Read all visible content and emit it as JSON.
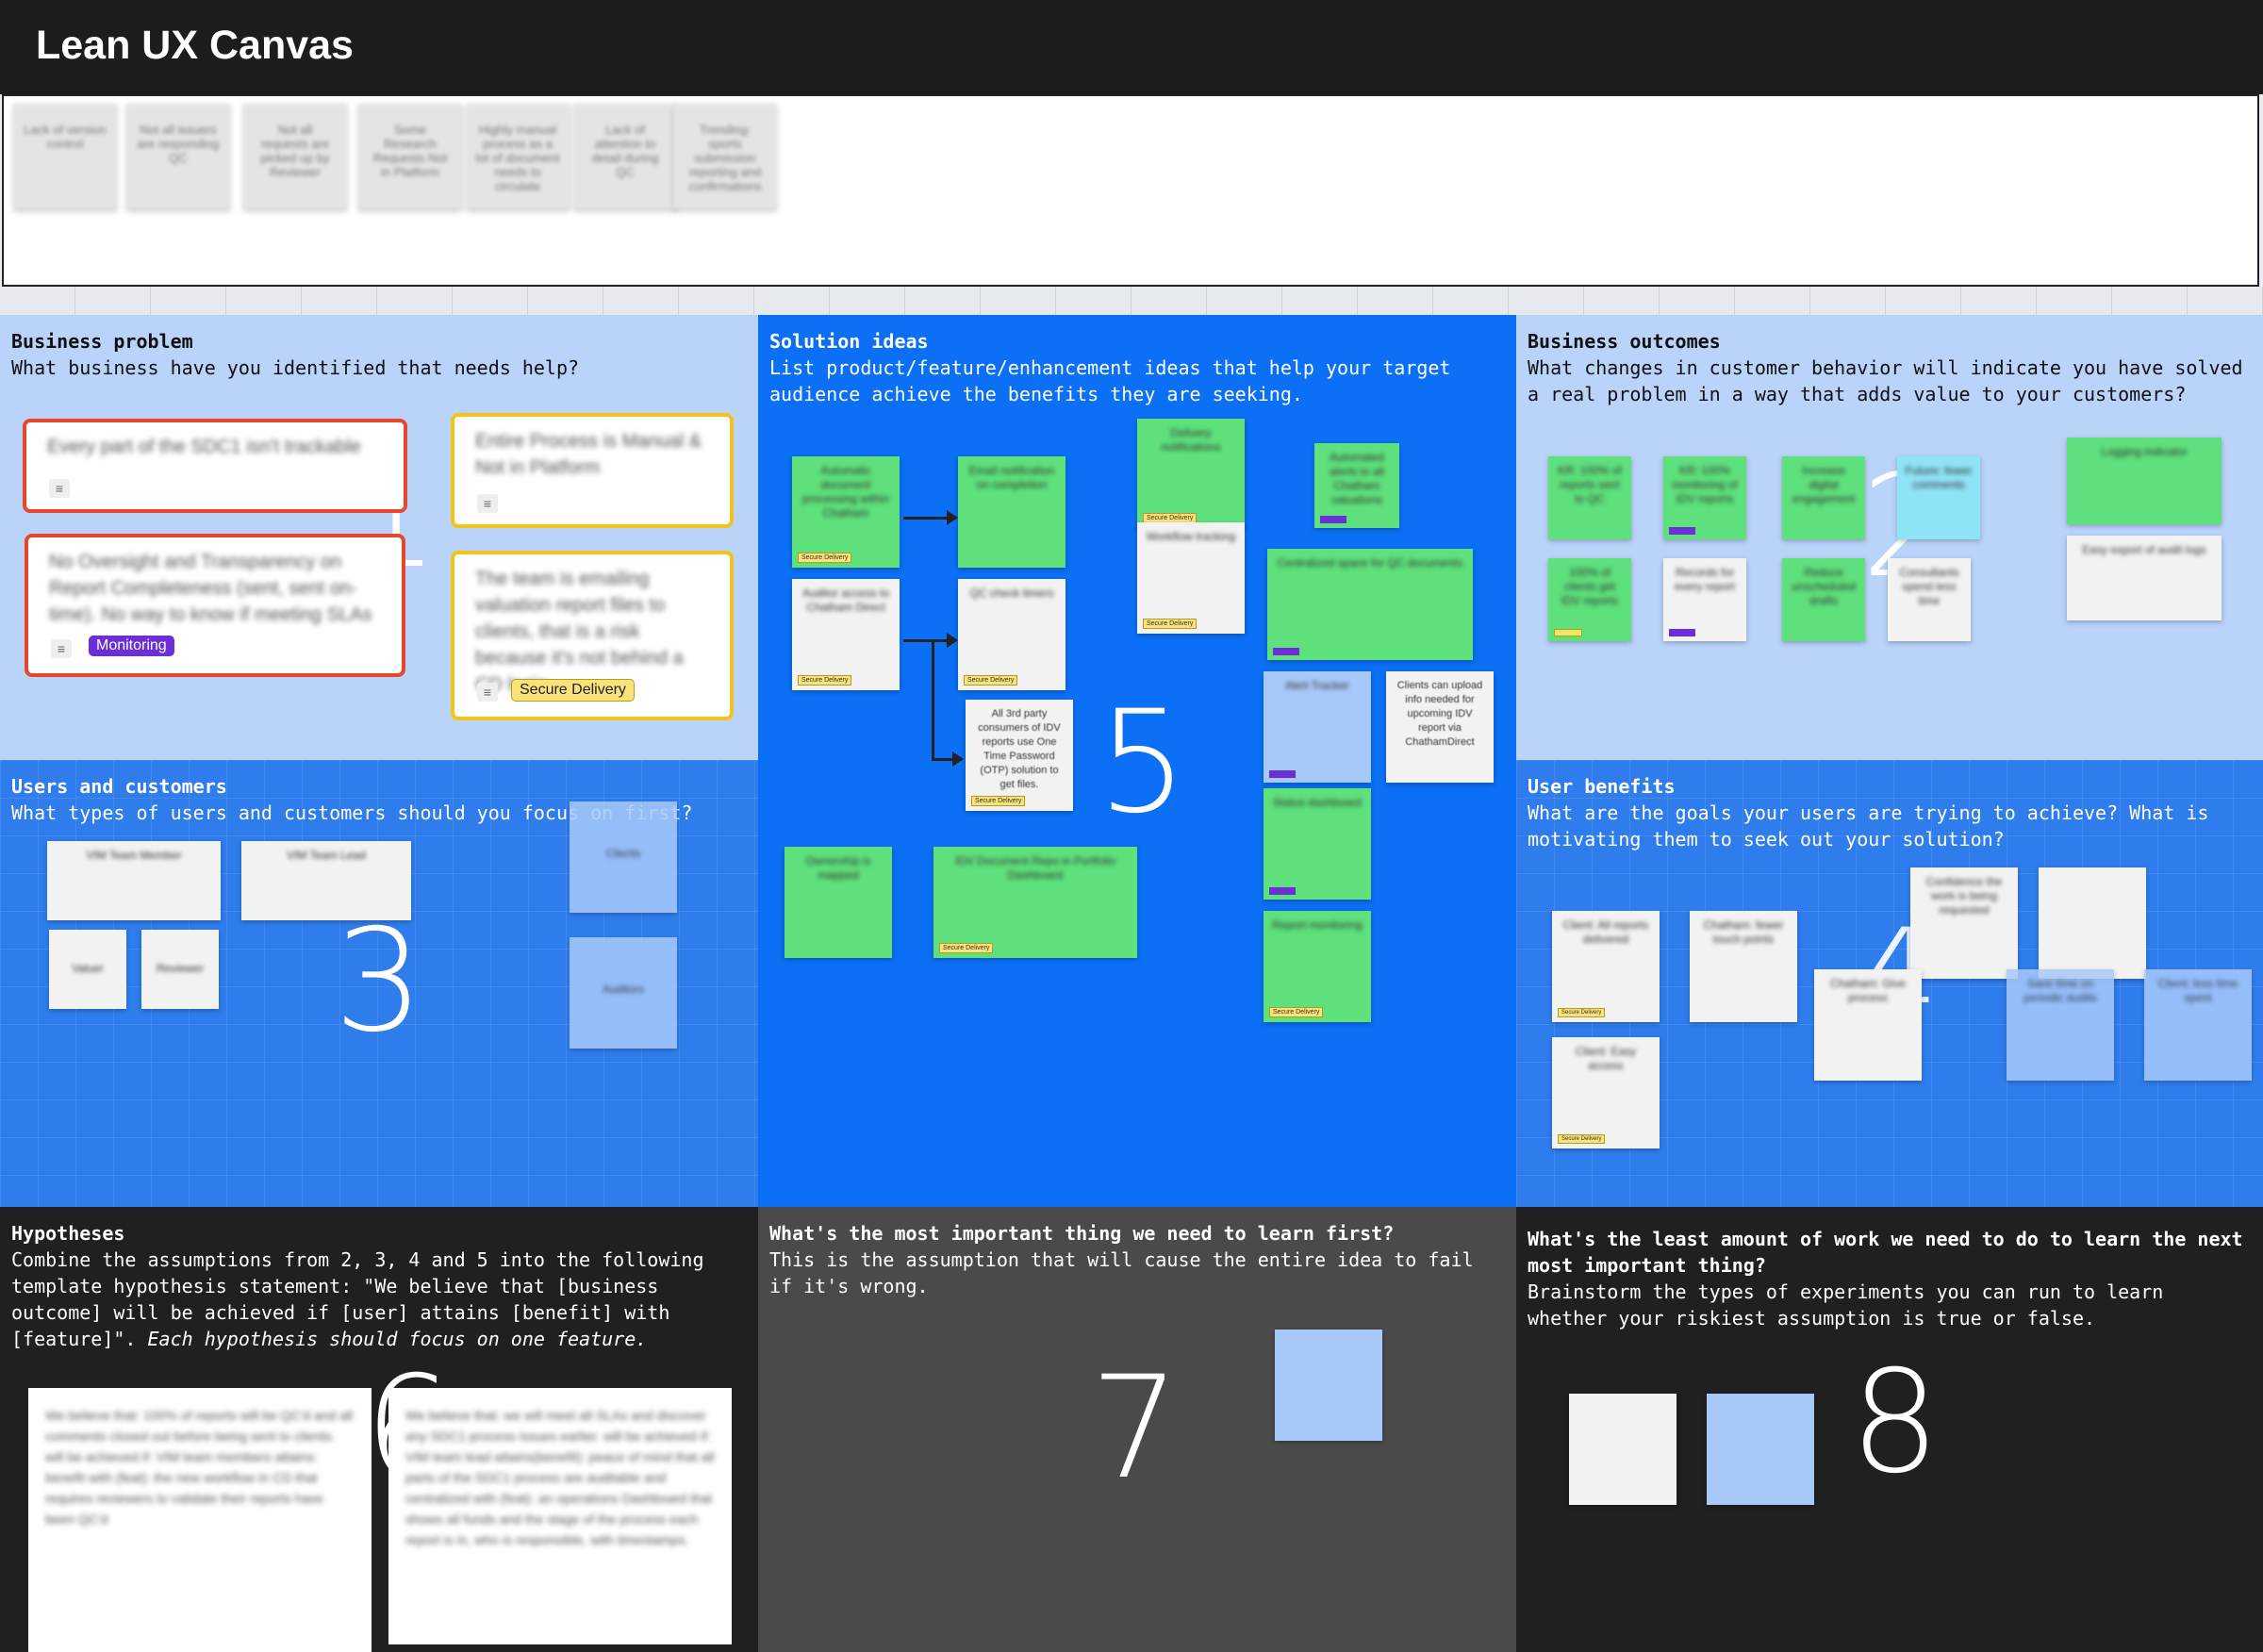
{
  "app": {
    "title": "Lean UX Canvas"
  },
  "strip_notes": [
    "Lack of version control",
    "Not all issuers are responding QC",
    "Not all requests are picked up by Reviewer",
    "Some Research Requests Not in Platform",
    "Highly manual process as a lot of document needs to circulate",
    "Lack of attention to detail during QC",
    "Trending: sports submission reporting and confirmations"
  ],
  "sections": {
    "business_problem": {
      "heading": "Business problem",
      "description": "What business have you identified that needs help?",
      "number": "1",
      "cards": [
        {
          "text": "Every part of the SDC1 isn't trackable",
          "tag": ""
        },
        {
          "text": "Entire Process is Manual & Not in Platform",
          "tag": ""
        },
        {
          "text": "No Oversight and Transparency on Report Completeness (sent, sent on-time). No way to know if meeting SLAs",
          "tag": "Monitoring"
        },
        {
          "text": "The team is emailing valuation report files to clients, that is a risk because it's not behind a CD login.",
          "tag": "Secure Delivery"
        }
      ]
    },
    "solution_ideas": {
      "heading": "Solution ideas",
      "description": "List product/feature/enhancement ideas that help your target audience achieve the benefits they are seeking.",
      "number": "5",
      "mini_tags": {
        "secure": "Secure Delivery",
        "monitoring": "Monitoring"
      },
      "notes": [
        "Automatic document processing within Chatham",
        "Auditor access to Chatham Direct",
        "Automated alerts to all Chatham valuations",
        "Delivery notifications",
        "Workflow tracking",
        "Email notification on completion",
        "QC check timers",
        "All 3rd party consumers of IDV reports use One Time Password (OTP) solution to get files.",
        "Centralized space for QC documents",
        "Clients can upload info needed for upcoming IDV report via ChathamDirect",
        "Ownership is mapped",
        "IDV Document Repo in Portfolio Dashboard",
        "Alert Tracker",
        "Status dashboard",
        "Report monitoring"
      ]
    },
    "business_outcomes": {
      "heading": "Business outcomes",
      "description": "What changes in customer behavior will indicate you have solved a real problem in a way that adds value to your customers?",
      "number": "2",
      "notes": [
        "KR: 100% of reports sent to QC",
        "KR: 100% monitoring of IDV reports",
        "Increase digital engagement",
        "Future: fewer comments",
        "Logging indicator",
        "100% of clients get IDV reports",
        "Records for every report",
        "Reduce unscheduled drafts",
        "Consultants spend less time",
        "Easy export of audit logs"
      ]
    },
    "users_customers": {
      "heading": "Users and customers",
      "description": "What types of users and customers should you focus on first?",
      "number": "3",
      "notes": [
        "VIM Team Member",
        "VIM Team Lead",
        "Valuer",
        "Reviewer",
        "Clients",
        "Auditors"
      ]
    },
    "user_benefits": {
      "heading": "User benefits",
      "description": "What are the goals your users are trying to achieve? What is motivating them to seek out your solution?",
      "number": "4",
      "notes": [
        "Client: All reports delivered",
        "Chatham: fewer touch points",
        "Confidence the work is being requested",
        "Chatham: Give process",
        "Save time on periodic audits",
        "Client: less time spent",
        "Client: Easy access"
      ]
    },
    "hypotheses": {
      "heading": "Hypotheses",
      "description": "Combine the assumptions from 2, 3, 4 and 5 into the following template hypothesis statement: \"We believe that [business outcome] will be achieved if [user] attains [benefit] with [feature]\".",
      "description_italic": " Each hypothesis should focus on one feature.",
      "number": "6",
      "cards": [
        "We believe that: 100% of reports will be QC'd and all comments closed out before being sent to clients. will be achieved if: VIM team members attains: benefit with (feat): the new workflow in CD that requires reviewers to validate their reports have been QC'd",
        "We believe that: we will meet all SLAs and discover any SDC1 process issues earlier. will be achieved if: VIM team lead attains(benefit): peace of mind that all parts of the SDC1 process are auditable and centralized with (feat): an operations Dashboard that shows all funds and the stage of the process each report is in, who is responsible, with timestamps."
      ]
    },
    "learn_first": {
      "heading": "What's the most important thing we need to learn first?",
      "description": "This is the assumption that will cause the entire idea to fail if it's wrong.",
      "number": "7"
    },
    "least_work": {
      "heading": "What's the least amount of work we need to do to learn the next most important thing?",
      "description": "Brainstorm the types of experiments you can run to learn whether your riskiest assumption is true or false.",
      "number": "8"
    }
  }
}
